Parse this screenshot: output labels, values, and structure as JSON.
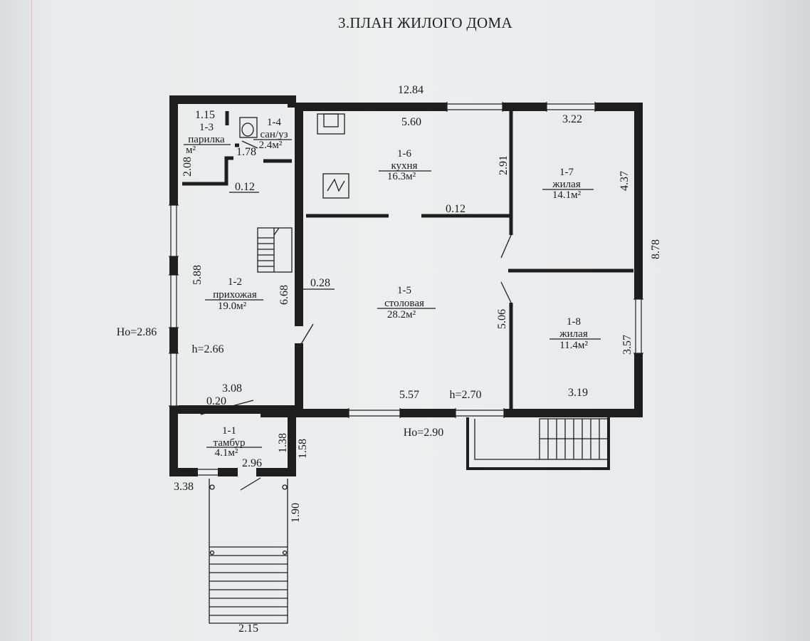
{
  "title": "3.ПЛАН ЖИЛОГО ДОМА",
  "rooms": [
    {
      "id": "1-1",
      "name": "тамбур",
      "area": "4.1м²"
    },
    {
      "id": "1-2",
      "name": "прихожая",
      "area": "19.0м²"
    },
    {
      "id": "1-3",
      "name": "парилка",
      "area": "м²"
    },
    {
      "id": "1-4",
      "name": "сан/уз",
      "area": "2.4м²"
    },
    {
      "id": "1-5",
      "name": "столовая",
      "area": "28.2м²"
    },
    {
      "id": "1-6",
      "name": "кухня",
      "area": "16.3м²"
    },
    {
      "id": "1-7",
      "name": "жилая",
      "area": "14.1м²"
    },
    {
      "id": "1-8",
      "name": "жилая",
      "area": "11.4м²"
    }
  ],
  "dimensions": {
    "overall_width": "12.84",
    "kitchen_width": "5.60",
    "room17_width": "3.22",
    "right_height": "8.78",
    "room17_height": "4.37",
    "room18_height": "3.57",
    "room18_width": "3.19",
    "dining_width": "5.57",
    "dining_height": "5.06",
    "kitchen_height": "2.91",
    "kitchen_wall": "0.12",
    "hall_height": "5.88",
    "hall_height2": "6.68",
    "hall_wall": "0.28",
    "sauna_width": "1.15",
    "sauna_height": "2.08",
    "bath_width": "1.78",
    "sauna_wall": "0.12",
    "vest_top": "3.08",
    "vest_wall": "0.20",
    "vest_height": "1.38",
    "vest_outer_height": "1.58",
    "vest_inner_width": "2.96",
    "vest_outer_width": "3.38",
    "porch_length": "1.90",
    "porch_width": "2.15"
  },
  "levels": {
    "ho_left": "Hо=2.86",
    "ho_bottom": "Hо=2.90",
    "h_hall": "h=2.66",
    "h_dining": "h=2.70"
  }
}
